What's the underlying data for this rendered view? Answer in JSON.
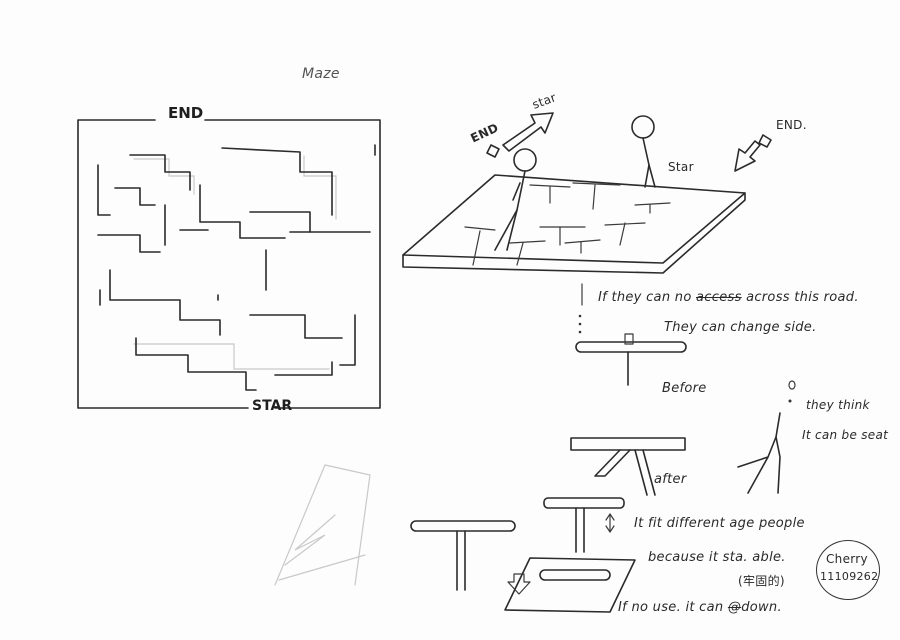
{
  "title": "Maze",
  "maze": {
    "end_label": "END",
    "start_label": "STAR"
  },
  "iso_labels": {
    "end_left": "END",
    "star_left": "star",
    "end_right": "END.",
    "star_right": "Star"
  },
  "notes": {
    "cross_prefix": "If they can no",
    "cross_struck": "access",
    "cross_suffix": "across this road.",
    "change_side": "They can change side.",
    "before": "Before",
    "they_think": "they think",
    "seat": "It can be seat",
    "after": "after",
    "fit_age": "It fit different age people",
    "stable": "because it sta. able.",
    "stable_cn": "(牢固的)",
    "no_use": "If no use. it can",
    "no_use_struck": "@",
    "no_use_end": "down."
  },
  "signature": {
    "name": "Cherry",
    "id": "11109262"
  }
}
